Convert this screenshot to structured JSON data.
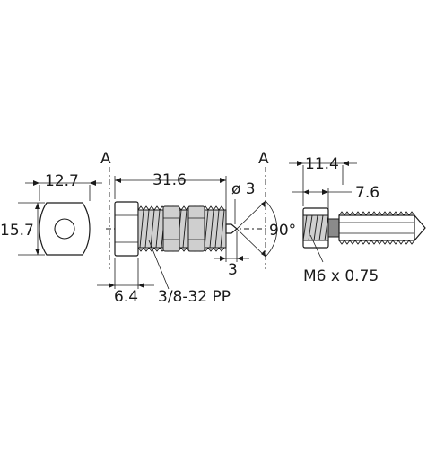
{
  "labels": {
    "width_front": "12.7",
    "height_front": "15.7",
    "section_a_left": "A",
    "section_a_right": "A",
    "length": "31.6",
    "tip_diameter": "ø 3",
    "tip_angle": "90°",
    "tip_length": "3",
    "head_length": "6.4",
    "thread_spec": "3/8-32 PP",
    "section_length": "11.4",
    "section_inner": "7.6",
    "metric_thread": "M6 x 0.75"
  }
}
